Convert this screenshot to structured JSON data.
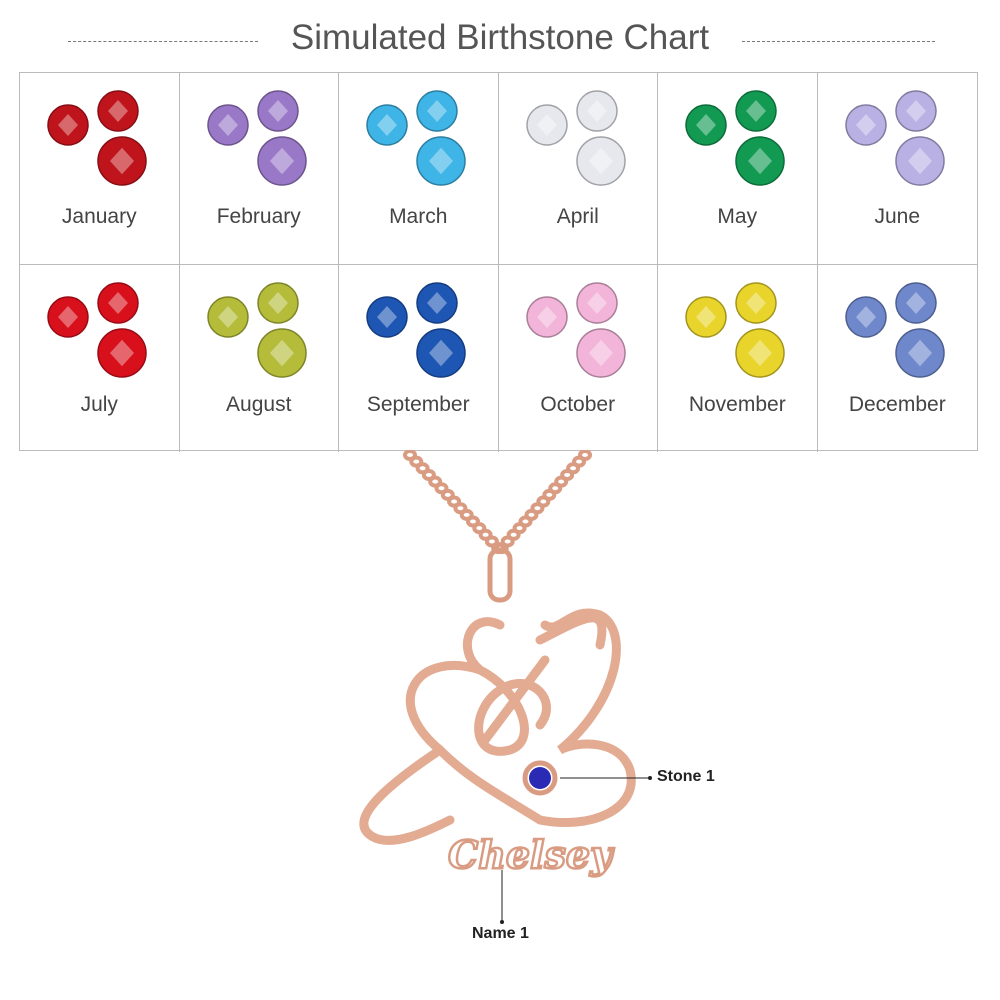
{
  "title": "Simulated Birthstone Chart",
  "months": [
    {
      "name": "January",
      "color": "#c0141c"
    },
    {
      "name": "February",
      "color": "#9a78c8"
    },
    {
      "name": "March",
      "color": "#3fb4e6"
    },
    {
      "name": "April",
      "color": "#e6e8ee"
    },
    {
      "name": "May",
      "color": "#129a52"
    },
    {
      "name": "June",
      "color": "#b9b0e4"
    },
    {
      "name": "July",
      "color": "#d8101c"
    },
    {
      "name": "August",
      "color": "#b4bc3a"
    },
    {
      "name": "September",
      "color": "#1e56b4"
    },
    {
      "name": "October",
      "color": "#f2b4d8"
    },
    {
      "name": "November",
      "color": "#e8d42a"
    },
    {
      "name": "December",
      "color": "#6f88cc"
    }
  ],
  "product": {
    "engraved_name": "Chelsey",
    "stone_color": "#2a2ab4",
    "metal_color": "#e8b49a"
  },
  "callouts": {
    "stone": "Stone 1",
    "name": "Name 1"
  }
}
